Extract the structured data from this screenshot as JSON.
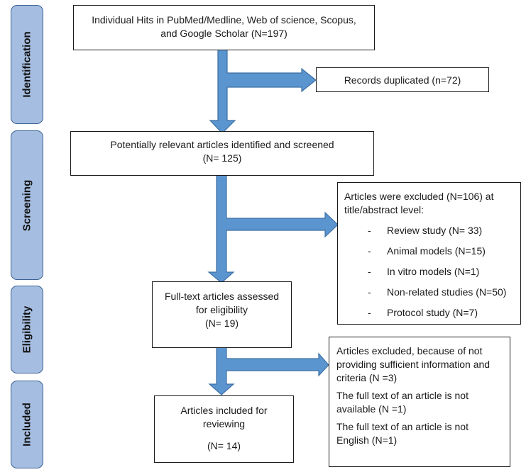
{
  "colors": {
    "arrow_fill": "#5b95cf",
    "arrow_stroke": "#3e6fa3",
    "stage_fill": "#a5bde0",
    "stage_border": "#3d6293"
  },
  "stages": [
    "Identification",
    "Screening",
    "Eligibility",
    "Included"
  ],
  "identification": {
    "box_lines": [
      "Individual Hits in PubMed/Medline, Web of science, Scopus,",
      "and Google Scholar (N=197)"
    ],
    "duplicates": "Records duplicated (n=72)"
  },
  "screening": {
    "box_lines": [
      "Potentially relevant articles identified and screened",
      "(N= 125)"
    ],
    "excluded_title": [
      "Articles were excluded (N=106) at",
      "title/abstract level:"
    ],
    "excluded_items": [
      "Review study (N= 33)",
      "Animal models (N=15)",
      "In vitro models (N=1)",
      "Non-related studies (N=50)",
      "Protocol study (N=7)"
    ]
  },
  "eligibility": {
    "box_lines": [
      "Full-text articles assessed",
      "for eligibility",
      "(N= 19)"
    ],
    "excluded_paragraphs": [
      [
        "Articles excluded, because of not",
        "providing sufficient information and",
        "criteria (N =3)"
      ],
      [
        "The full text of an article is not",
        "available (N =1)"
      ],
      [
        "The full text of an article is not",
        "English (N=1)"
      ]
    ]
  },
  "included": {
    "box_lines": [
      "Articles included for",
      "reviewing",
      "(N= 14)"
    ]
  }
}
